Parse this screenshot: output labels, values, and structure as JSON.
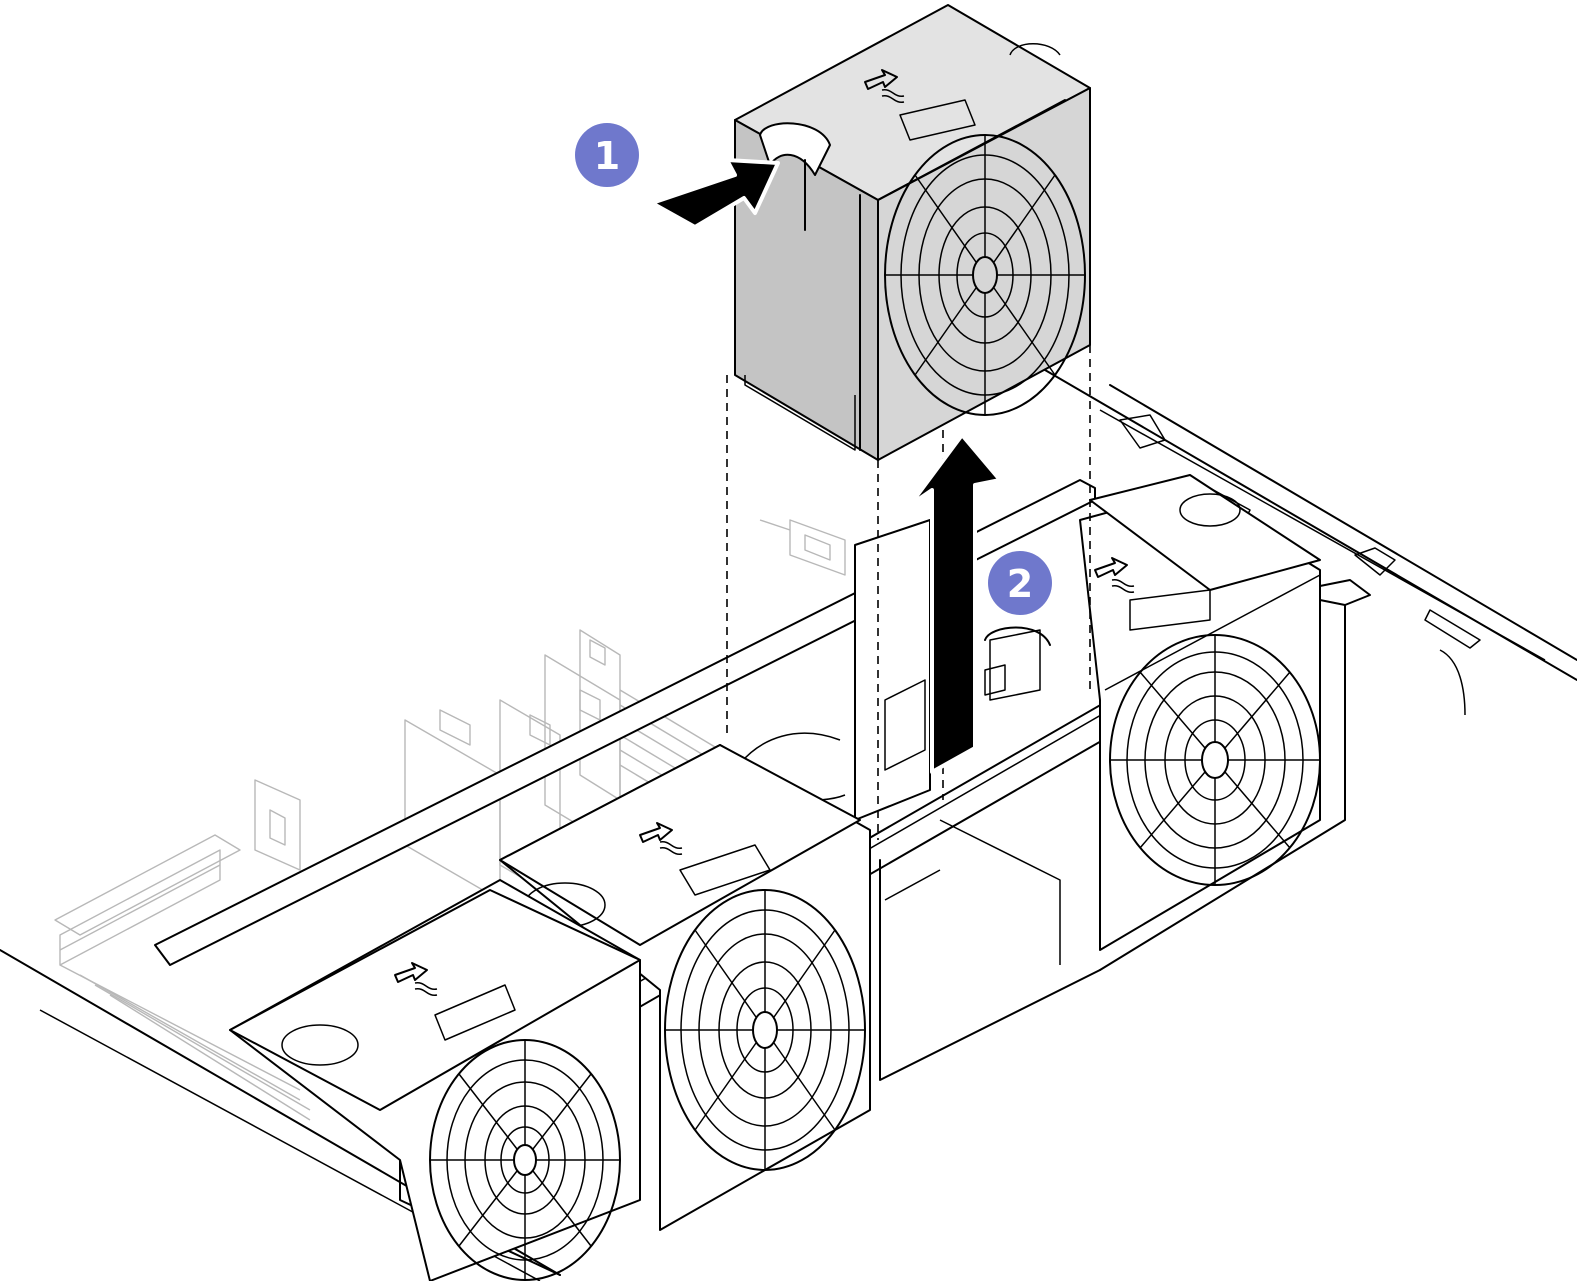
{
  "diagram": {
    "description_steps": [
      {
        "label": "1",
        "action": "press-release-latch"
      },
      {
        "label": "2",
        "action": "lift-fan-out"
      }
    ],
    "colors": {
      "callout_fill": "#6f78cc",
      "callout_text": "#ffffff",
      "fan_body": "#d6d6d6",
      "line": "#000000",
      "background_parts": "#b8b8b8"
    },
    "icons": [
      "airflow-arrow-icon",
      "push-arrow-icon",
      "lift-arrow-icon"
    ]
  }
}
